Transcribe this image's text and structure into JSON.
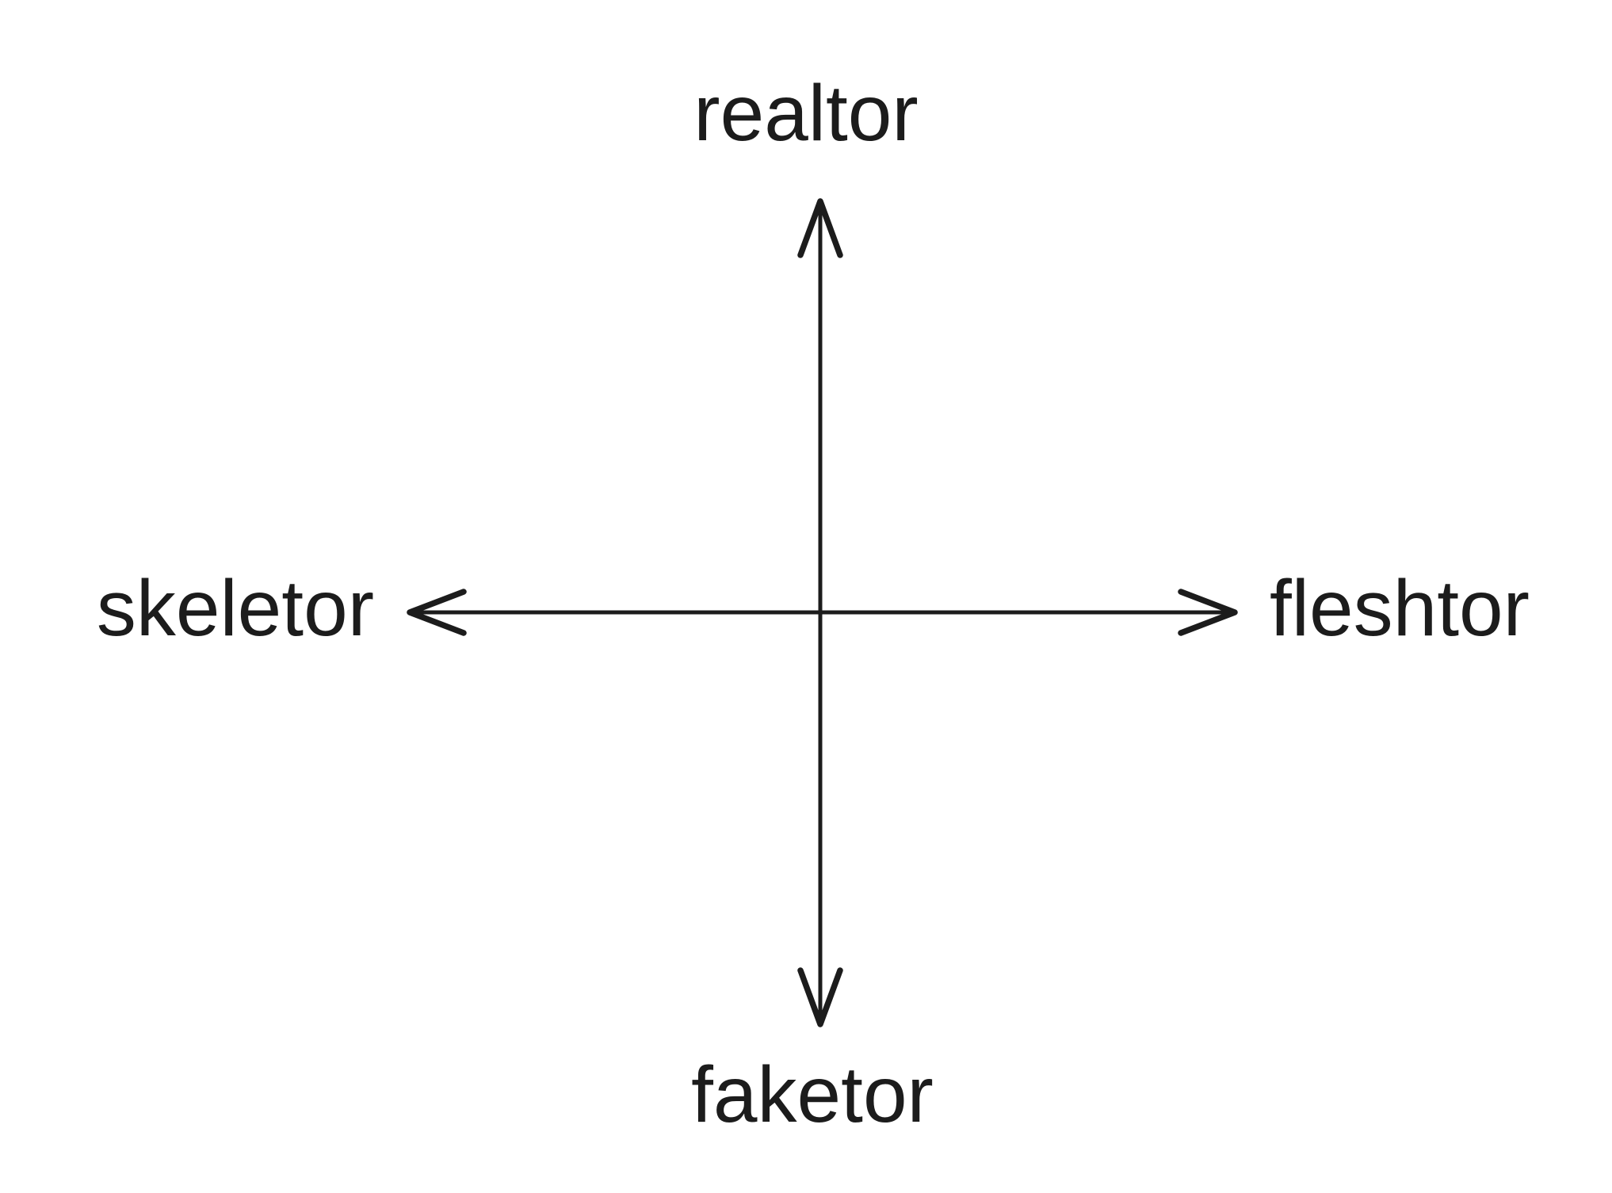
{
  "diagram": {
    "type": "axis-cross",
    "labels": {
      "top": "realtor",
      "bottom": "faketor",
      "left": "skeletor",
      "right": "fleshtor"
    },
    "colors": {
      "ink": "#1c1c1c",
      "background": "#ffffff"
    }
  }
}
